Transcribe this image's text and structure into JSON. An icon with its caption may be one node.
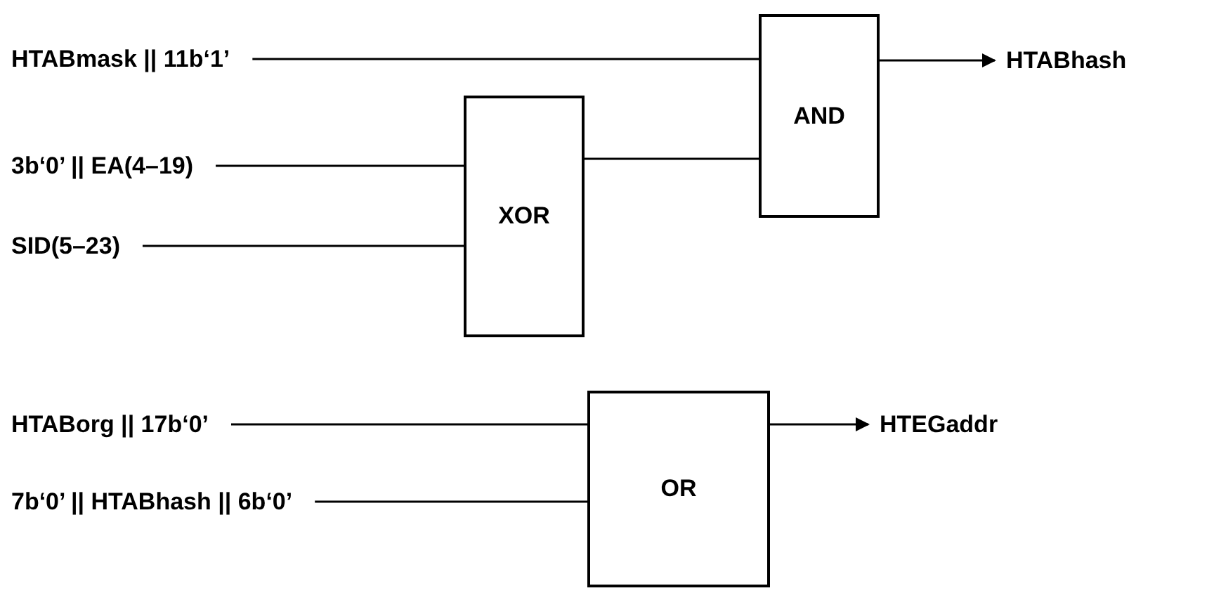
{
  "diagram": {
    "nodes": [
      {
        "text": [
          "HTABmask || 11b‘1’"
        ]
      },
      {
        "text": [
          "3b‘0’ || EA(4–19)"
        ]
      },
      {
        "text": [
          "SID(5–23)"
        ]
      },
      {
        "text": [
          "XOR"
        ]
      },
      {
        "text": [
          "AND"
        ]
      },
      {
        "text": [
          "HTABhash"
        ]
      },
      {
        "text": [
          "HTABorg || 17b‘0’"
        ]
      },
      {
        "text": [
          "7b‘0’ || HTABhash || 6b‘0’"
        ]
      },
      {
        "text": [
          "OR"
        ]
      },
      {
        "text": [
          "HTEGaddr"
        ]
      }
    ],
    "edges": [
      {
        "from": 0,
        "to": 4,
        "arrow": "none"
      },
      {
        "from": 1,
        "to": 3,
        "arrow": "none"
      },
      {
        "from": 2,
        "to": 3,
        "arrow": "none"
      },
      {
        "from": 3,
        "to": 4,
        "arrow": "none"
      },
      {
        "from": 4,
        "to": 5,
        "arrow": "to"
      },
      {
        "from": 6,
        "to": 8,
        "arrow": "none"
      },
      {
        "from": 7,
        "to": 8,
        "arrow": "none"
      },
      {
        "from": 8,
        "to": 9,
        "arrow": "to"
      }
    ]
  }
}
